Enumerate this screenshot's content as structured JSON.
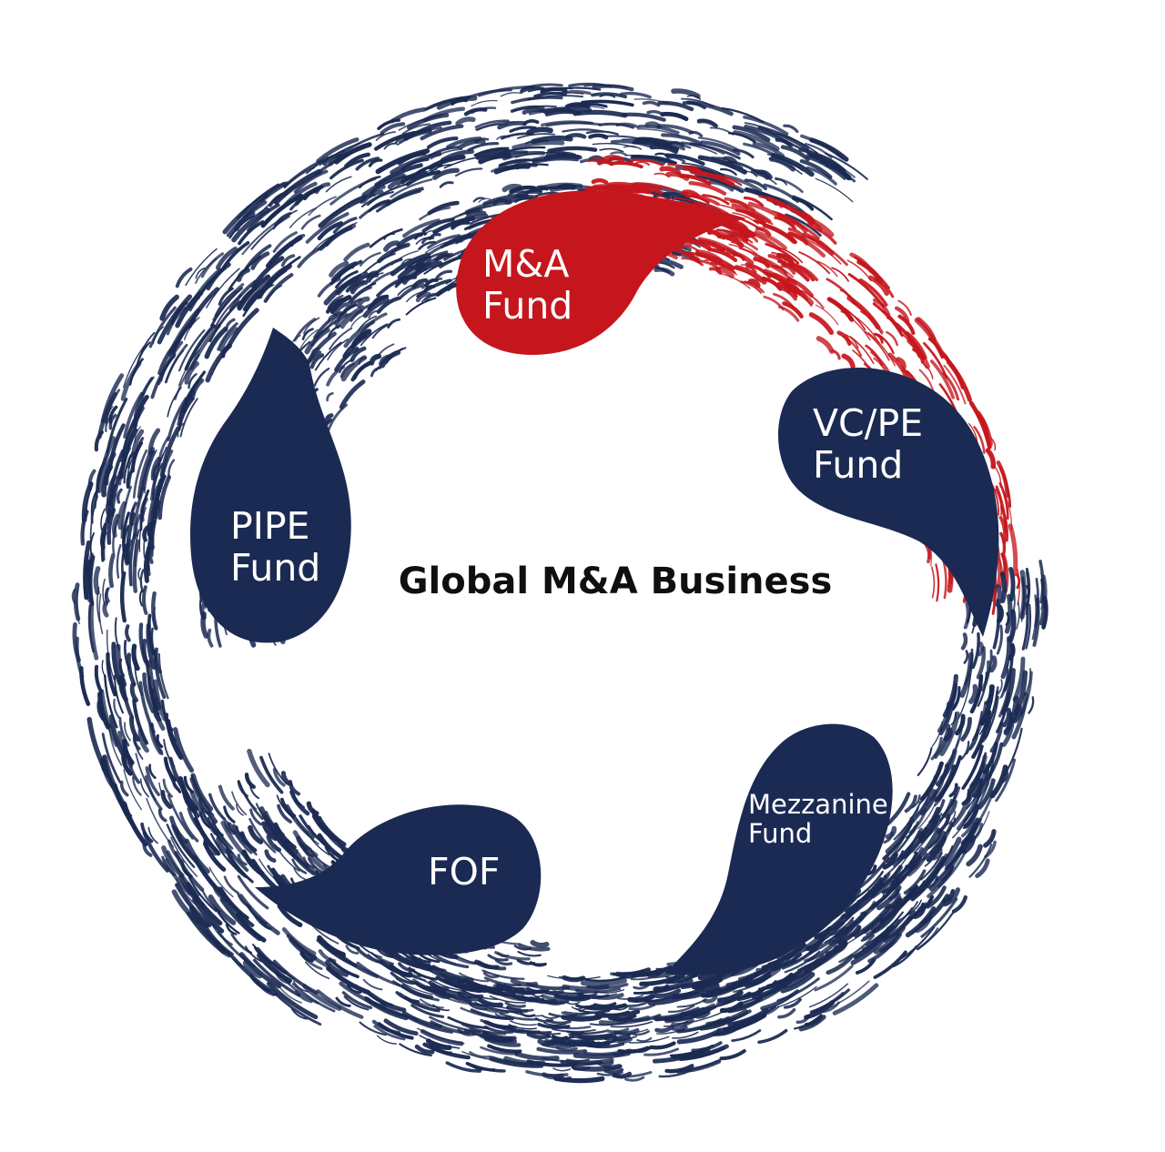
{
  "diagram": {
    "center_title": "Global M&A Business",
    "nodes": [
      {
        "id": "ma",
        "label": "M&A\nFund",
        "color": "#c5161d"
      },
      {
        "id": "vcpe",
        "label": "VC/PE\nFund",
        "color": "#1b2a52"
      },
      {
        "id": "mezzanine",
        "label": "Mezzanine\nFund",
        "color": "#1b2a52"
      },
      {
        "id": "fof",
        "label": "FOF",
        "color": "#1b2a52"
      },
      {
        "id": "pipe",
        "label": "PIPE\nFund",
        "color": "#1b2a52"
      }
    ],
    "colors": {
      "navy": "#1b2a52",
      "red": "#c5161d",
      "text_dark": "#0f0f0f",
      "background": "#ffffff"
    }
  }
}
